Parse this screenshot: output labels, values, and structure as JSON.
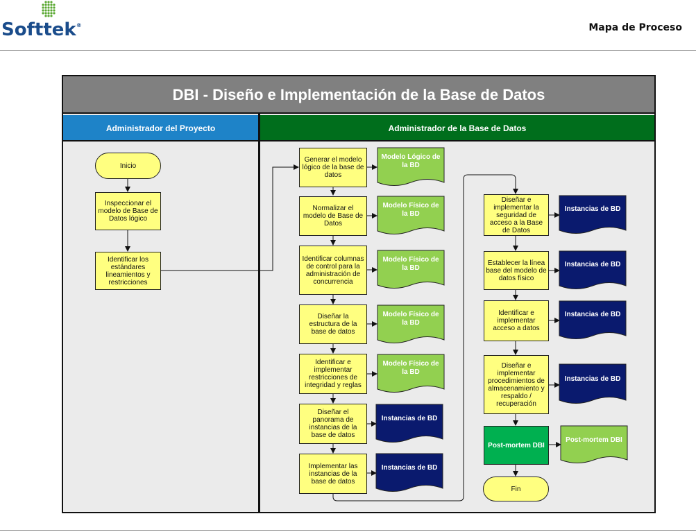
{
  "header": {
    "logo_text": "Softtek",
    "logo_reg": "®",
    "page_title": "Mapa de Proceso"
  },
  "diagram": {
    "title": "DBI - Diseño e Implementación de la Base de Datos",
    "lanes": {
      "pm": "Administrador del Proyecto",
      "dba": "Administrador de la Base de Datos"
    },
    "pm_nodes": {
      "inicio": "Inicio",
      "inspeccionar": "Inspeccionar el modelo de Base de Datos lógico",
      "identificar_estandares": "Identificar los estándares lineamientos y restricciones"
    },
    "dba_col1": {
      "generar": "Generar el modelo lógico de la base de datos",
      "normalizar": "Normalizar el modelo de Base de Datos",
      "identificar_columnas": "Identificar columnas de control para la administración de concurrencia",
      "disenar_estructura": "Diseñar la estructura de la base de datos",
      "identificar_restricciones": "Identificar e implementar restricciones de integridad y reglas",
      "disenar_panorama": "Diseñar el panorama de instancias de la base de datos",
      "implementar_instancias": "Implementar las instancias de la base de datos"
    },
    "dba_col1_docs": {
      "d1": "Modelo Lógico de la BD",
      "d2": "Modelo Físico de la BD",
      "d3": "Modelo Físico de la BD",
      "d4": "Modelo Físico de la BD",
      "d5": "Modelo Físico de la BD",
      "d6": "Instancias de BD",
      "d7": "Instancias de BD"
    },
    "dba_col2": {
      "disenar_seguridad": "Diseñar e implementar la seguridad de acceso a la Base de Datos",
      "establecer_linea": "Establecer la línea base del modelo de datos físico",
      "identificar_acceso": "Identificar e implementar acceso a datos",
      "disenar_procedimientos": "Diseñar e implementar procedimientos de almacenamiento y respaldo / recuperación",
      "postmortem": "Post-mortem DBI",
      "fin": "Fin"
    },
    "dba_col2_docs": {
      "d1": "Instancias de BD",
      "d2": "Instancias de BD",
      "d3": "Instancias de BD",
      "d4": "Instancias de BD",
      "d5": "Post-mortem DBI"
    },
    "colors": {
      "title_bar": "#808080",
      "pm_lane": "#1e83c8",
      "dba_lane": "#006e1c",
      "process": "#ffff80",
      "doc_green": "#92d050",
      "doc_navy": "#0a1a6e",
      "process_green": "#00b050"
    }
  }
}
